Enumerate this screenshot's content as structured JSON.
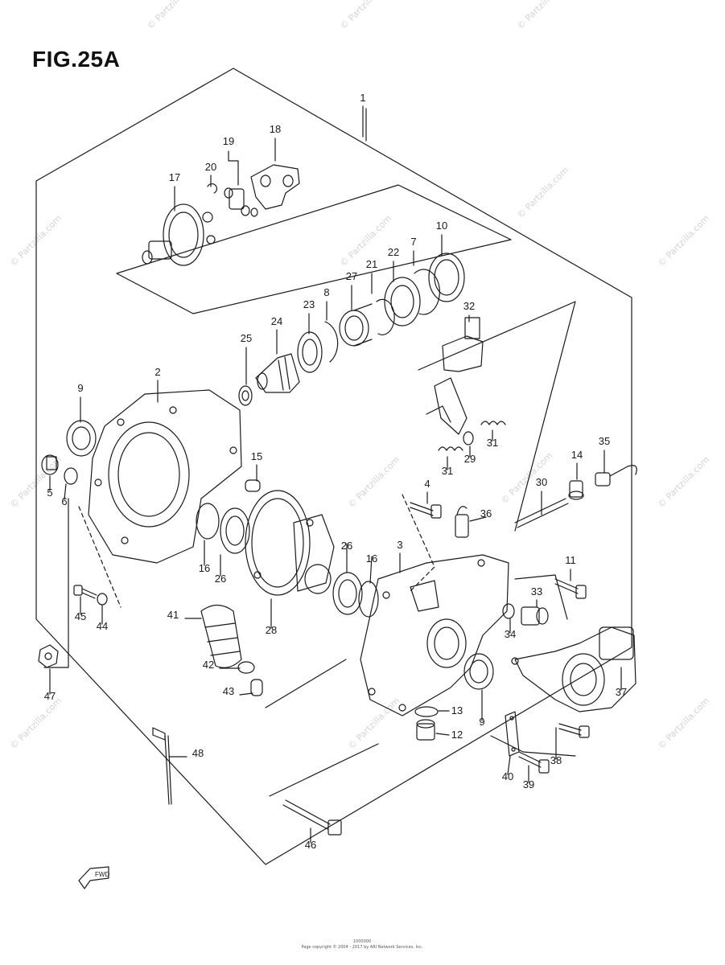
{
  "figure": {
    "title": "FIG.25A",
    "footer_code": "1000000",
    "footer_copyright": "Page copyright © 2004 - 2017 by ARI Network Services, Inc."
  },
  "watermark": {
    "text": "© Partzilla.com"
  },
  "diagram": {
    "fwd_label": "FWD",
    "callouts": [
      "1",
      "2",
      "3",
      "4",
      "5",
      "6",
      "7",
      "8",
      "9",
      "10",
      "11",
      "12",
      "13",
      "14",
      "15",
      "16",
      "17",
      "18",
      "19",
      "20",
      "21",
      "22",
      "23",
      "24",
      "25",
      "26",
      "27",
      "28",
      "29",
      "30",
      "31",
      "32",
      "33",
      "34",
      "35",
      "36",
      "37",
      "38",
      "39",
      "40",
      "41",
      "42",
      "43",
      "44",
      "45",
      "46",
      "47",
      "48"
    ]
  },
  "colors": {
    "line": "#1a1a1a",
    "watermark": "#d4d4d4",
    "background": "#ffffff"
  }
}
